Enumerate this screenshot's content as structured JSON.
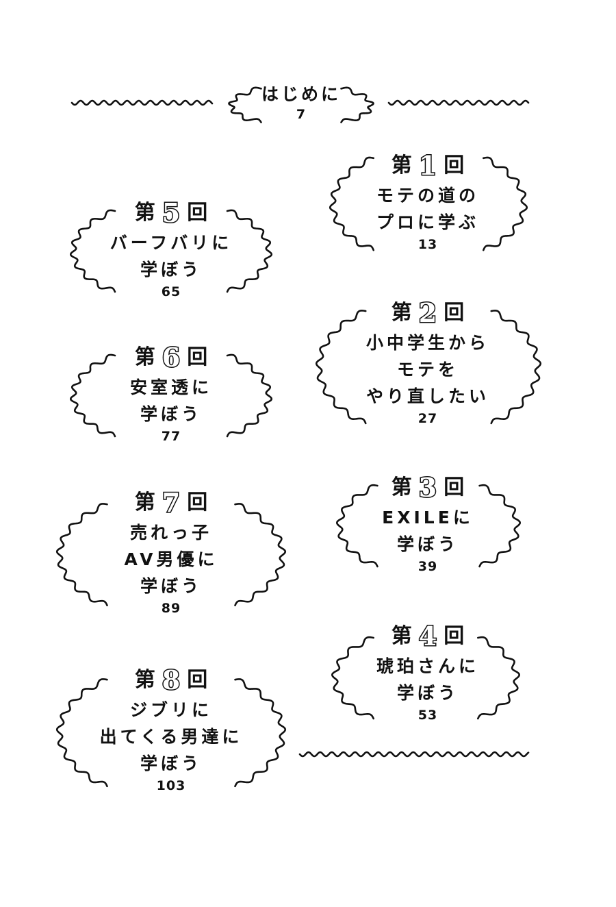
{
  "intro": {
    "label": "はじめに",
    "page": "7"
  },
  "chapters": [
    {
      "prefix": "第",
      "number": "1",
      "suffix": "回",
      "lines": [
        "モテの道の",
        "プロに学ぶ"
      ],
      "page": "13"
    },
    {
      "prefix": "第",
      "number": "2",
      "suffix": "回",
      "lines": [
        "小中学生から",
        "モテを",
        "やり直したい"
      ],
      "page": "27"
    },
    {
      "prefix": "第",
      "number": "3",
      "suffix": "回",
      "lines": [
        "EXILEに",
        "学ぼう"
      ],
      "page": "39"
    },
    {
      "prefix": "第",
      "number": "4",
      "suffix": "回",
      "lines": [
        "琥珀さんに",
        "学ぼう"
      ],
      "page": "53"
    },
    {
      "prefix": "第",
      "number": "5",
      "suffix": "回",
      "lines": [
        "バーフバリに",
        "学ぼう"
      ],
      "page": "65"
    },
    {
      "prefix": "第",
      "number": "6",
      "suffix": "回",
      "lines": [
        "安室透に",
        "学ぼう"
      ],
      "page": "77"
    },
    {
      "prefix": "第",
      "number": "7",
      "suffix": "回",
      "lines": [
        "売れっ子",
        "AV男優に",
        "学ぼう"
      ],
      "page": "89"
    },
    {
      "prefix": "第",
      "number": "8",
      "suffix": "回",
      "lines": [
        "ジブリに",
        "出てくる男達に",
        "学ぼう"
      ],
      "page": "103"
    }
  ]
}
